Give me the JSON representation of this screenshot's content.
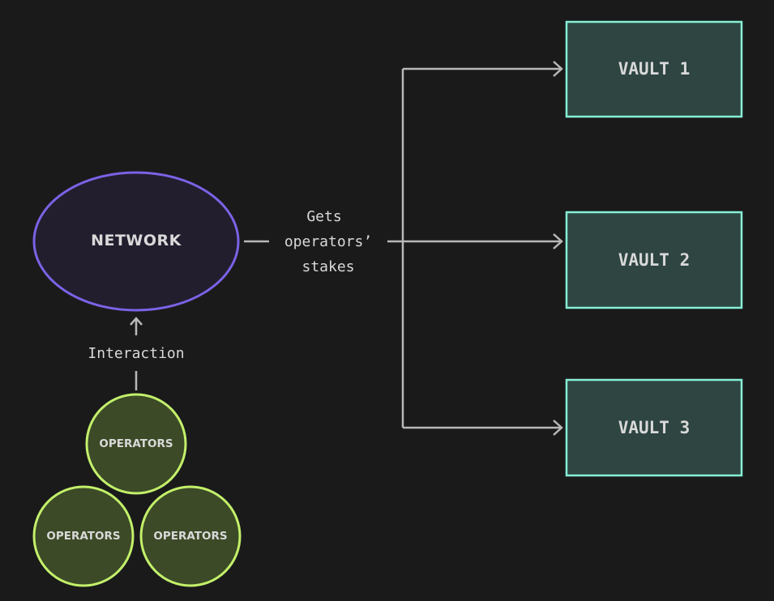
{
  "colors": {
    "background": "#1a1a1b",
    "network_fill": "#221e2e",
    "network_stroke": "#7c62e6",
    "operator_fill": "#3c4a27",
    "operator_stroke": "#c3f06a",
    "vault_fill": "#2e4541",
    "vault_stroke": "#86f0d6",
    "connector": "#b8b8b8",
    "text": "#d9d9d9"
  },
  "nodes": {
    "network": {
      "label": "NETWORK"
    },
    "operators": [
      {
        "label": "OPERATORS"
      },
      {
        "label": "OPERATORS"
      },
      {
        "label": "OPERATORS"
      }
    ],
    "vaults": [
      {
        "label": "VAULT 1"
      },
      {
        "label": "VAULT 2"
      },
      {
        "label": "VAULT 3"
      }
    ]
  },
  "edges": {
    "interaction": {
      "label": "Interaction"
    },
    "stakes": {
      "line1": "Gets",
      "line2": "operators’",
      "line3": "stakes"
    }
  }
}
